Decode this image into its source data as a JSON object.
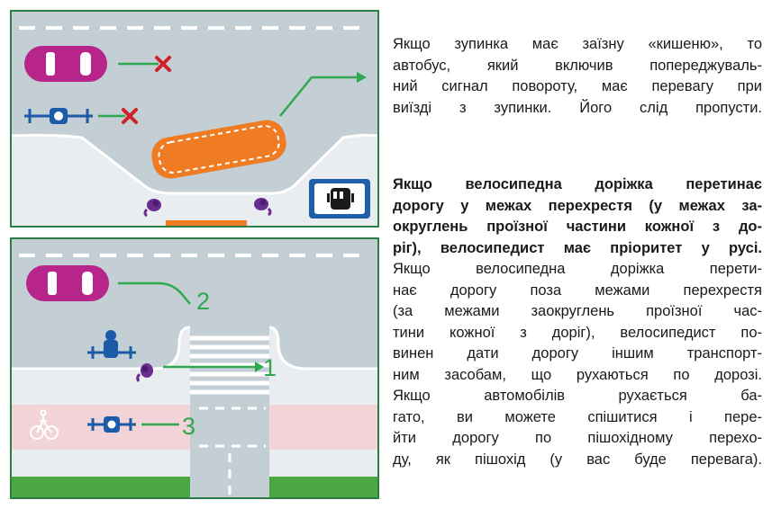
{
  "colors": {
    "frame": "#2b7c45",
    "road": "#c3ced5",
    "sidewalk": "#e9edef",
    "grass": "#4aa742",
    "bus": "#ef7c22",
    "car": "#b7248a",
    "bike_lane": "#f2d3d7",
    "arrow": "#2fa84f",
    "cross": "#cf2128",
    "cyclist": "#1b5ba8",
    "pedestrian": "#6a2d8f",
    "sign": "#1f5ea8"
  },
  "icons": [
    "car-icon",
    "bus-icon",
    "cyclist-icon",
    "pedestrian-icon",
    "bus-stop-sign-icon",
    "bicycle-lane-icon",
    "cross-icon",
    "arrow-icon"
  ],
  "figure_bottom": {
    "labels": [
      "2",
      "1",
      "3"
    ]
  },
  "text": {
    "paragraph1_lines": [
      "Якщо зупинка має заїзну «кишеню», то",
      "автобус, який включив попереджуваль-",
      "ний сигнал повороту, має перевагу при",
      "виїзді з зупинки. Його слід пропусти."
    ],
    "paragraph2_bold_lines": [
      "Якщо велосипедна доріжка перетинає",
      "дорогу у межах перехрестя (у межах за-",
      "округлень проїзної частини кожної з до-",
      "ріг), велосипедист має пріоритет у русі."
    ],
    "paragraph2_lines": [
      "Якщо велосипедна доріжка перети-",
      "нає дорогу поза межами перехрестя",
      "(за межами заокруглень проїзної час-",
      "тини кожної з доріг), велосипедист по-",
      "винен дати дорогу іншим транспорт-",
      "ним засобам, що рухаються по дорозі.",
      "Якщо автомобілів рухається ба-",
      "гато, ви можете спішитися і пере-",
      "йти дорогу по пішохідному перехо-",
      "ду, як пішохід (у вас буде перевага)."
    ]
  }
}
